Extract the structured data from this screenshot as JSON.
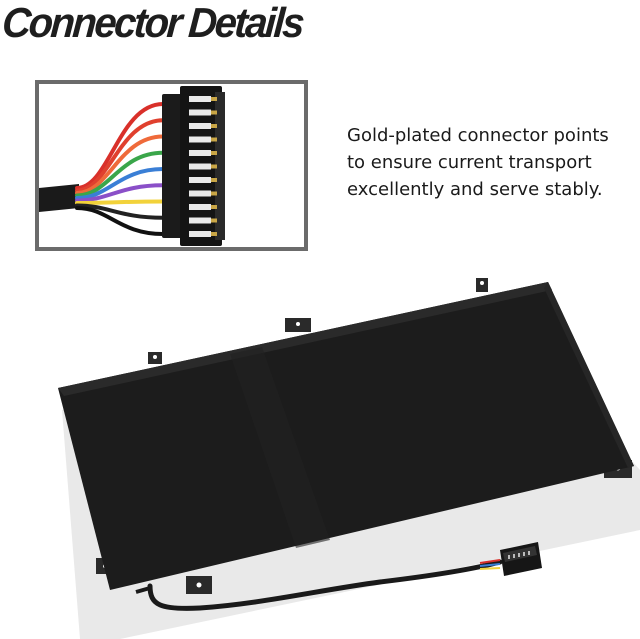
{
  "header": {
    "title": "Connector Details"
  },
  "description": {
    "lines": [
      "Gold-plated connector points",
      "to ensure current transport",
      "excellently and serve stably."
    ]
  },
  "wire_colors": [
    "#d9302a",
    "#e0402e",
    "#ef6a3a",
    "#3aa64a",
    "#3a7fd6",
    "#8a4fc8",
    "#f2d23a",
    "#222222",
    "#111111"
  ],
  "colors": {
    "title": "#1e1e1e",
    "battery": "#1c1c1c",
    "inset_border": "#6b6b6b"
  }
}
